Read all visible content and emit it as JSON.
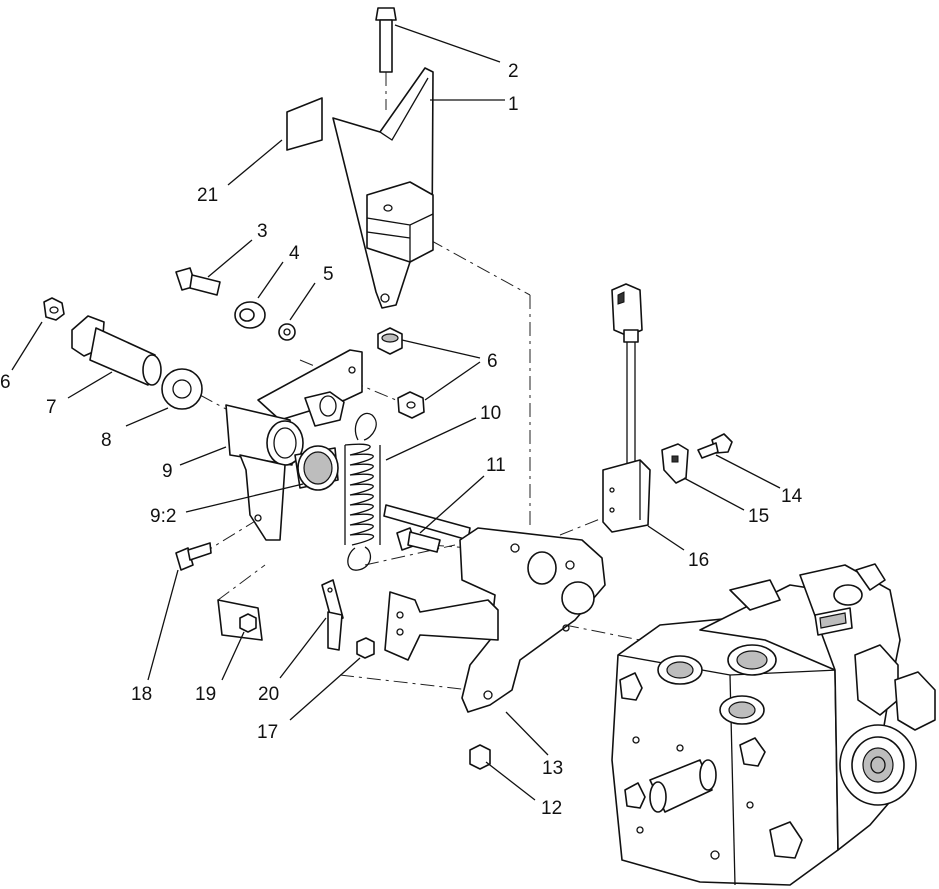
{
  "diagram": {
    "callouts": [
      "1",
      "2",
      "3",
      "4",
      "5",
      "6",
      "6",
      "7",
      "8",
      "9",
      "9:2",
      "10",
      "11",
      "12",
      "13",
      "14",
      "15",
      "16",
      "17",
      "18",
      "19",
      "20",
      "21"
    ]
  }
}
